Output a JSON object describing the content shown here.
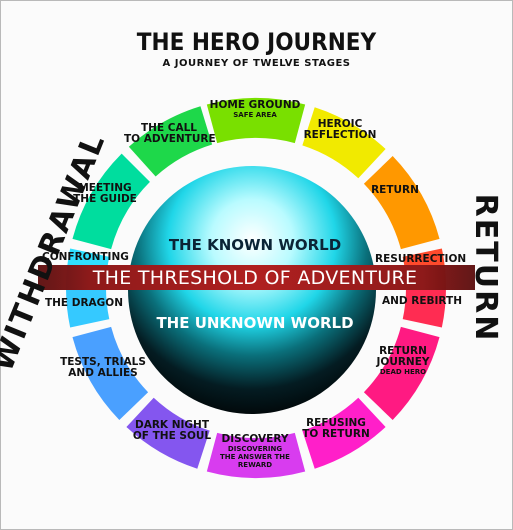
{
  "title": "THE HERO JOURNEY",
  "subtitle": "A JOURNEY OF TWELVE STAGES",
  "left_label": "WITHDRAWAL",
  "right_label": "RETURN",
  "threshold": "THE THRESHOLD OF ADVENTURE",
  "known_world": "THE KNOWN WORLD",
  "unknown_world": "THE UNKNOWN WORLD",
  "stages": [
    {
      "line1": "HOME GROUND",
      "line2": "",
      "sub": "SAFE AREA",
      "color": "#79e000"
    },
    {
      "line1": "HEROIC",
      "line2": "REFLECTION",
      "sub": "",
      "color": "#f1ea00"
    },
    {
      "line1": "RETURN",
      "line2": "",
      "sub": "",
      "color": "#ff9800"
    },
    {
      "line1": "RESURRECTION",
      "line2": "",
      "sub": "",
      "color": "#ff4a2c"
    },
    {
      "line1": "AND REBIRTH",
      "line2": "",
      "sub": "",
      "color": "#ff2c52"
    },
    {
      "line1": "RETURN",
      "line2": "JOURNEY",
      "sub": "DEAD HERO",
      "color": "#ff1a82"
    },
    {
      "line1": "REFUSING",
      "line2": "TO RETURN",
      "sub": "",
      "color": "#ff1fc9"
    },
    {
      "line1": "DISCOVERY",
      "line2": "",
      "sub": "DISCOVERING THE ANSWER THE REWARD",
      "color": "#d83cef"
    },
    {
      "line1": "DARK NIGHT",
      "line2": "OF THE SOUL",
      "sub": "",
      "color": "#8456ef"
    },
    {
      "line1": "TESTS, TRIALS",
      "line2": "AND ALLIES",
      "sub": "",
      "color": "#4aa0ff"
    },
    {
      "line1": "THE DRAGON",
      "line2": "",
      "sub": "",
      "color": "#35c9ff"
    },
    {
      "line1": "CONFRONTING",
      "line2": "",
      "sub": "",
      "color": "#2fe0ff"
    },
    {
      "line1": "MEETING",
      "line2": "THE GUIDE",
      "sub": "",
      "color": "#00dd9e"
    },
    {
      "line1": "THE CALL",
      "line2": "TO ADVENTURE",
      "sub": "",
      "color": "#1ed84a"
    }
  ]
}
